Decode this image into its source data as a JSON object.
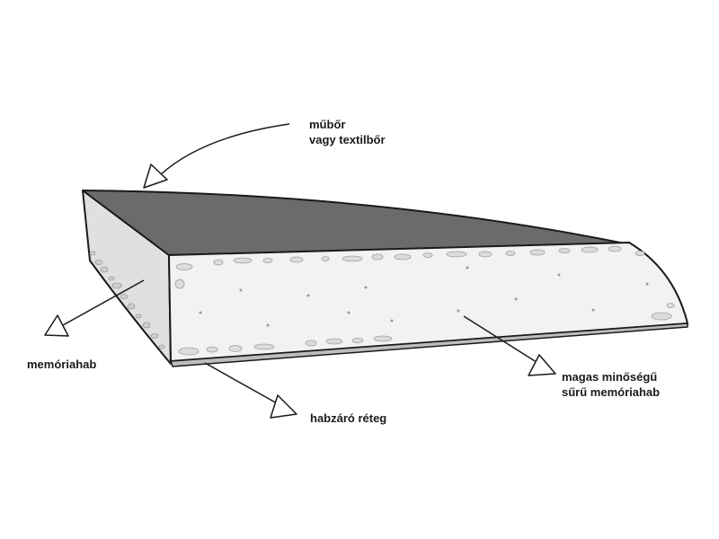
{
  "labels": {
    "top_line1": "műbőr",
    "top_line2": "vagy textilbőr",
    "left": "memóriahab",
    "bottom": "habzáró réteg",
    "right_line1": "magas minőségű",
    "right_line2": "sűrű memóriahab"
  },
  "colors": {
    "outline": "#1a1a1a",
    "cover": "#6b6b6b",
    "foam_front": "#f2f2f2",
    "foam_side": "#e0e0e0",
    "bubbles": "#cfcfcf",
    "base_layer": "#bdbdbd"
  }
}
